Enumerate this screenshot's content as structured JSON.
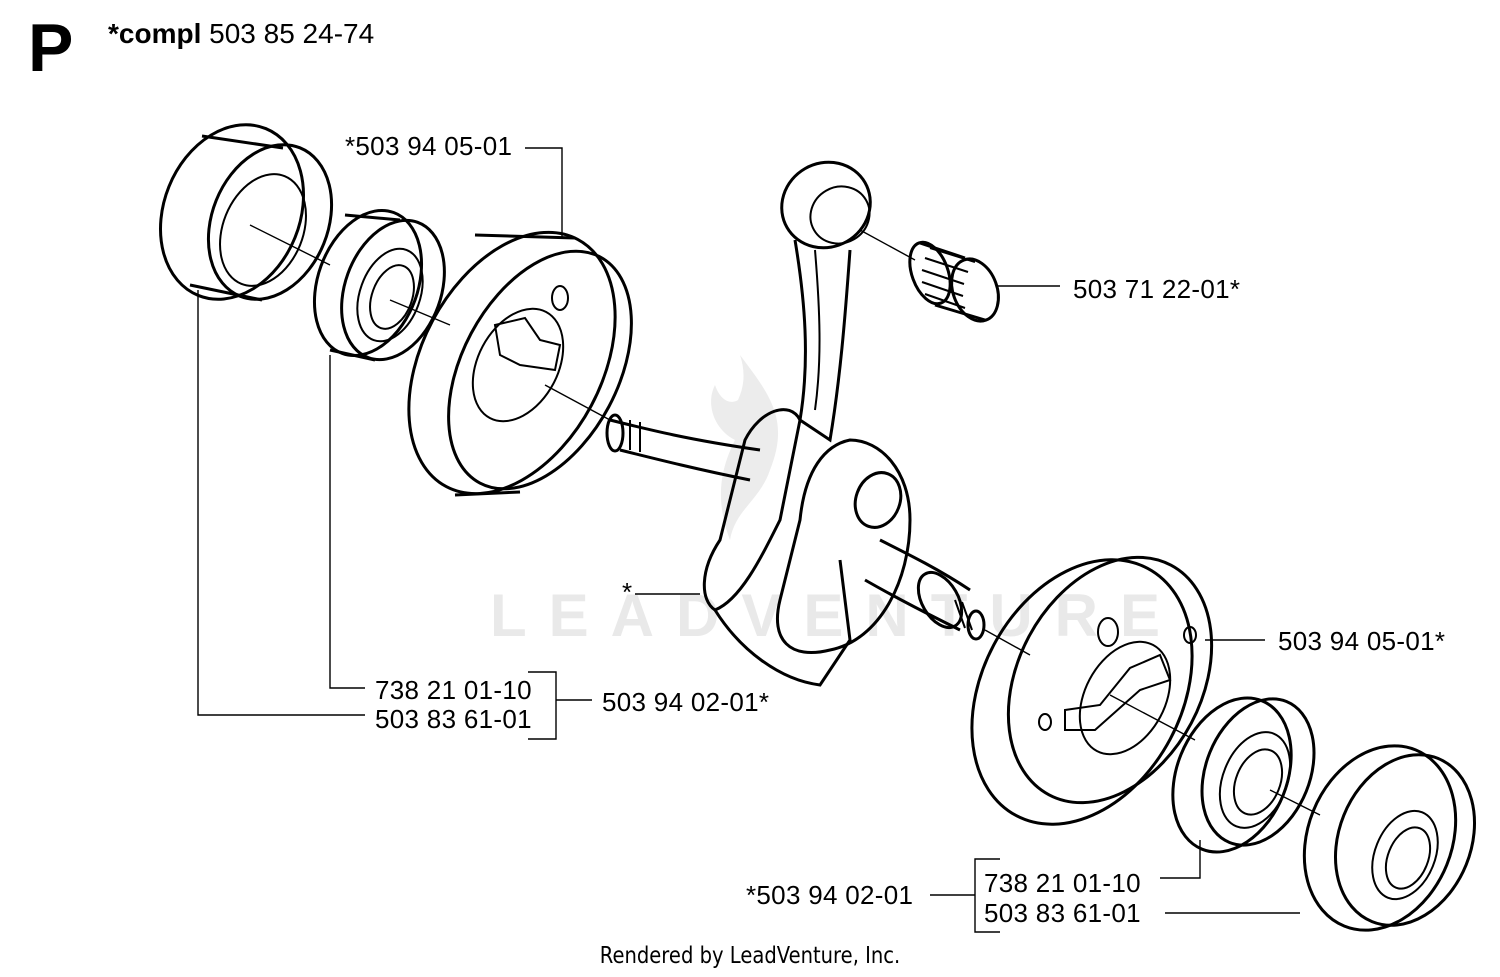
{
  "header": {
    "section": "P",
    "compl_label": "*compl",
    "compl_number": "503 85 24-74"
  },
  "labels": {
    "seal_left_top": "*503 94 05-01",
    "needle_bearing": "503 71 22-01*",
    "crankshaft_star": "*",
    "seal_right": "503 94 05-01*",
    "bearing_left_a": "738 21 01-10",
    "bearing_left_b": "503 83 61-01",
    "group_left": "503 94 02-01*",
    "group_right": "*503 94 02-01",
    "bearing_right_a": "738 21 01-10",
    "bearing_right_b": "503 83 61-01"
  },
  "watermark": "LEADVENTURE",
  "footer": "Rendered by LeadVenture, Inc."
}
